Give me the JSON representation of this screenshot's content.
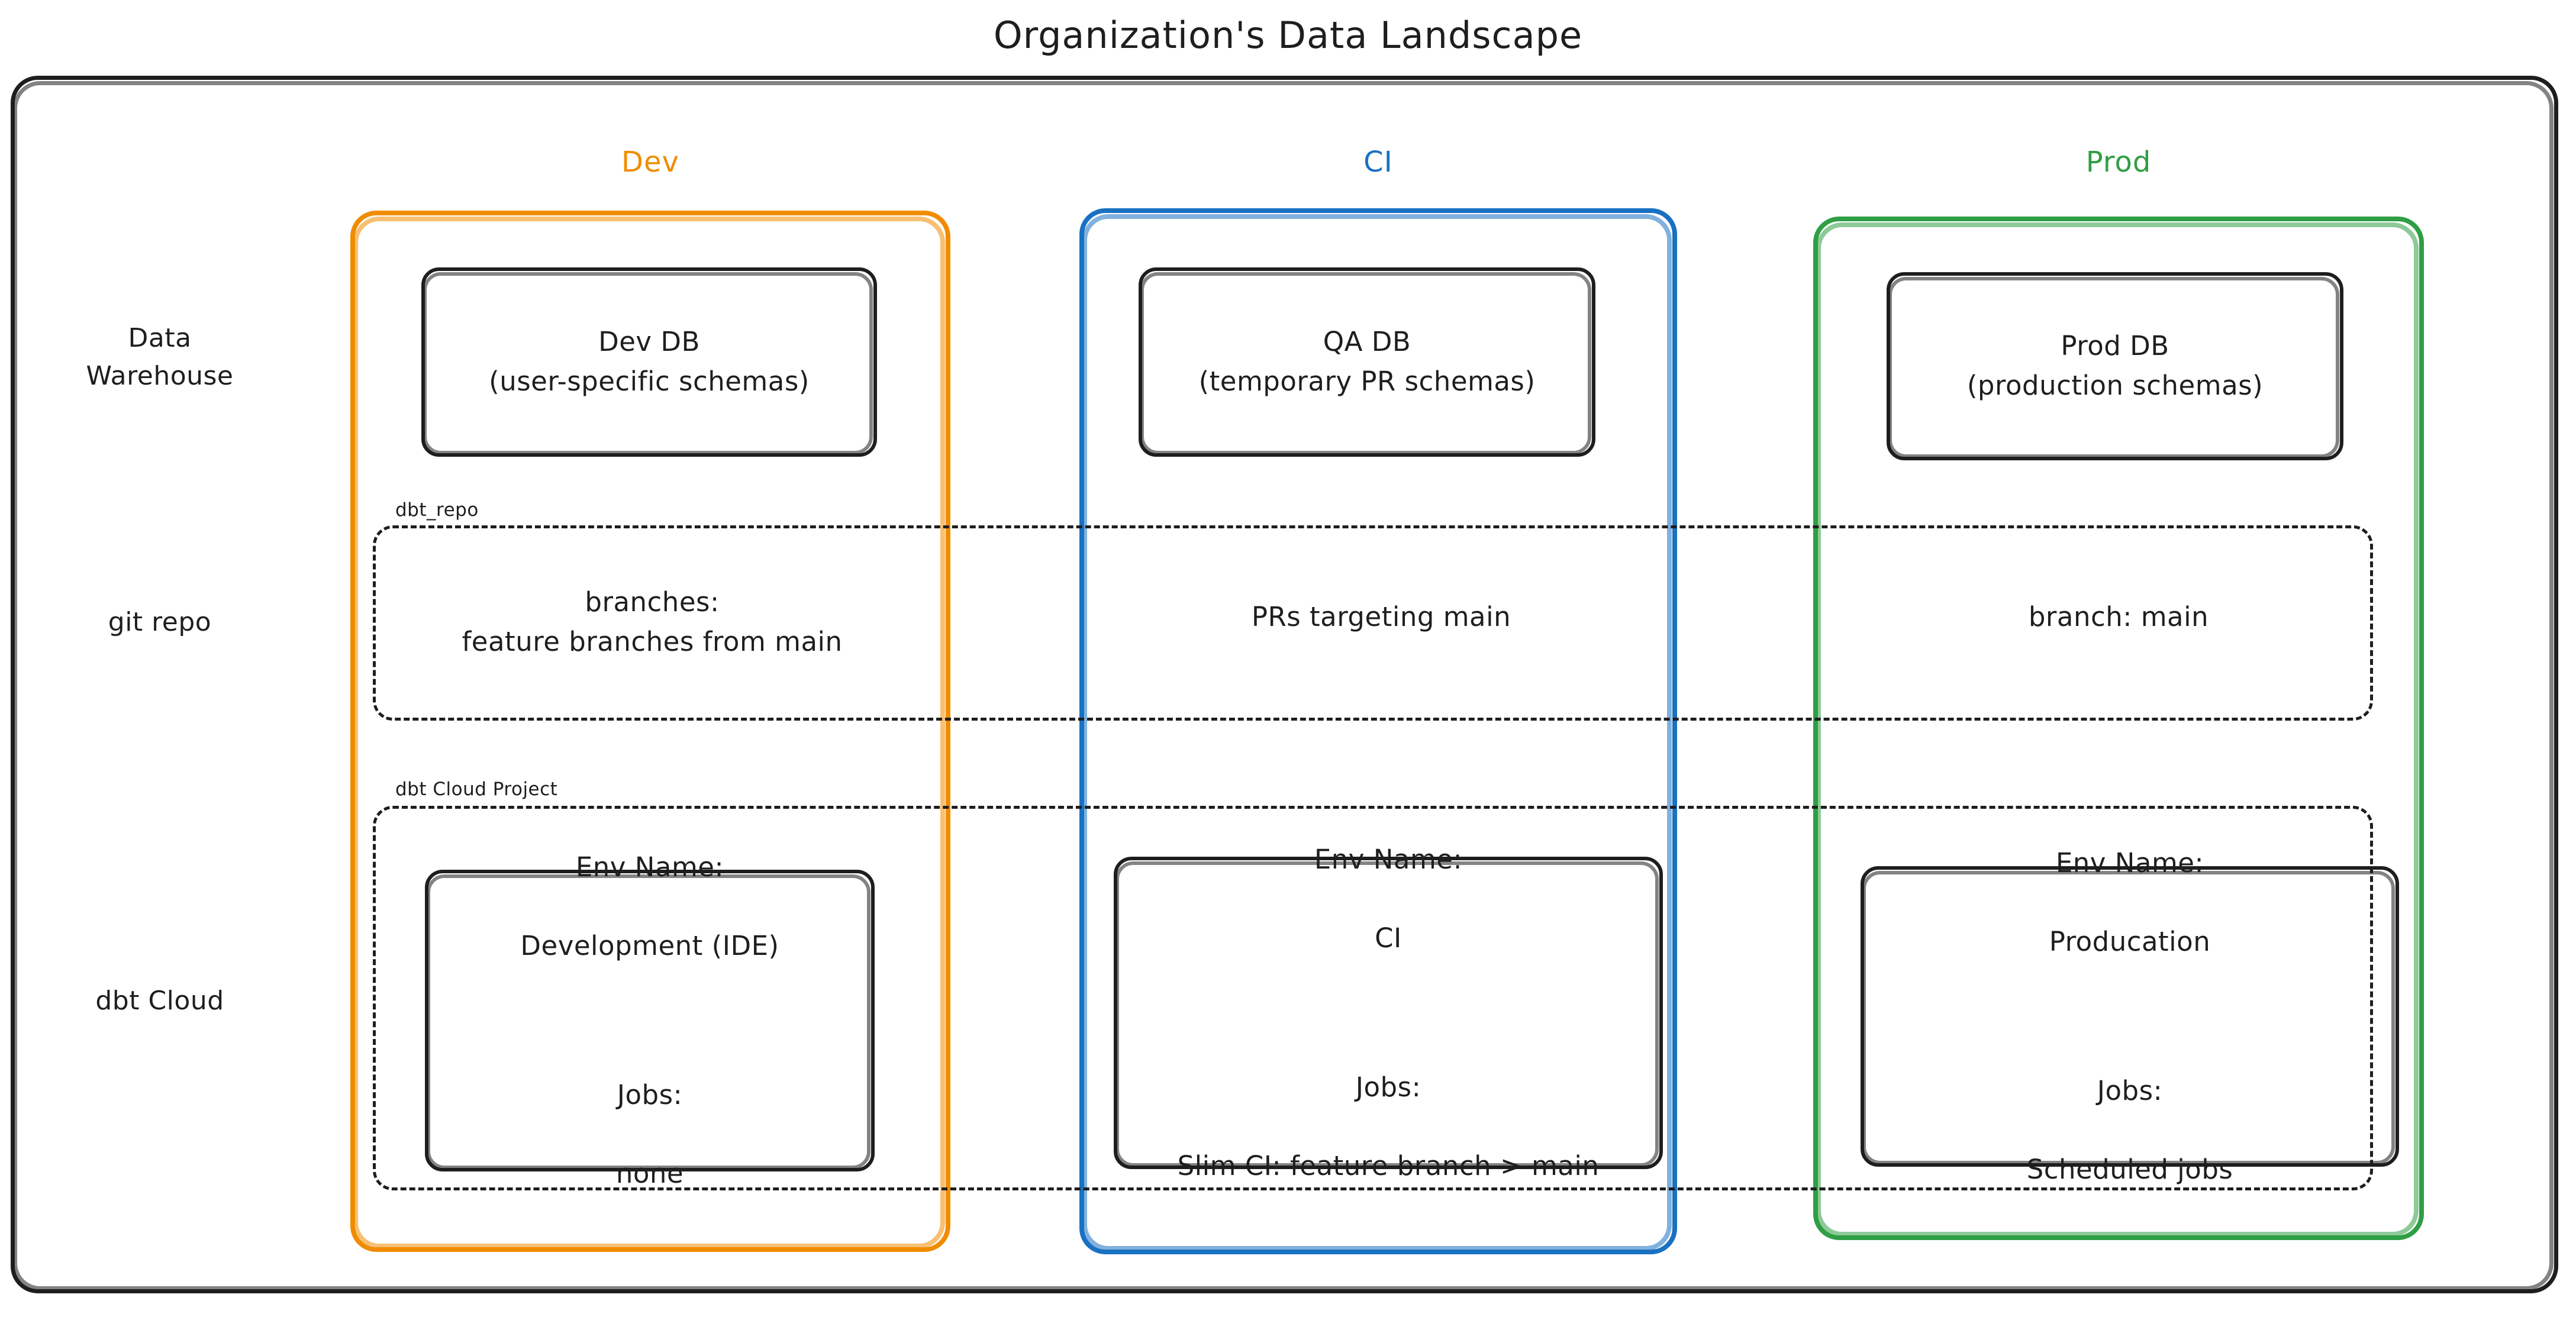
{
  "diagram": {
    "title": "Organization's Data Landscape",
    "colors": {
      "dev": "#f08c00",
      "ci": "#1971c2",
      "prod": "#2f9e44",
      "stroke": "#1e1e1e",
      "background": "#ffffff"
    }
  },
  "environments": [
    {
      "key": "dev",
      "label": "Dev",
      "color": "#f08c00"
    },
    {
      "key": "ci",
      "label": "CI",
      "color": "#1971c2"
    },
    {
      "key": "prod",
      "label": "Prod",
      "color": "#2f9e44"
    }
  ],
  "rows": {
    "warehouse": {
      "label": "Data\nWarehouse"
    },
    "git": {
      "label": "git repo"
    },
    "dbt_cloud": {
      "label": "dbt Cloud"
    }
  },
  "groups": {
    "git_repo": {
      "tag": "dbt_repo"
    },
    "dbt_cloud": {
      "tag": "dbt Cloud Project"
    }
  },
  "data_warehouse": {
    "dev": {
      "text": "Dev DB\n(user-specific schemas)"
    },
    "ci": {
      "text": "QA DB\n(temporary PR schemas)"
    },
    "prod": {
      "text": "Prod DB\n(production schemas)"
    }
  },
  "git_repo": {
    "dev": {
      "text": "branches:\nfeature branches from main"
    },
    "ci": {
      "text": "PRs targeting main"
    },
    "prod": {
      "text": "branch: main"
    }
  },
  "dbt_cloud": {
    "dev": {
      "env_name_label": "Env Name:",
      "env_name_value": "Development (IDE)",
      "jobs_label": "Jobs:",
      "jobs_value": "none"
    },
    "ci": {
      "env_name_label": "Env Name:",
      "env_name_value": "CI",
      "jobs_label": "Jobs:",
      "jobs_value": "Slim CI: feature branch > main"
    },
    "prod": {
      "env_name_label": "Env Name:",
      "env_name_value": "Producation",
      "jobs_label": "Jobs:",
      "jobs_value": "Scheduled jobs"
    }
  }
}
